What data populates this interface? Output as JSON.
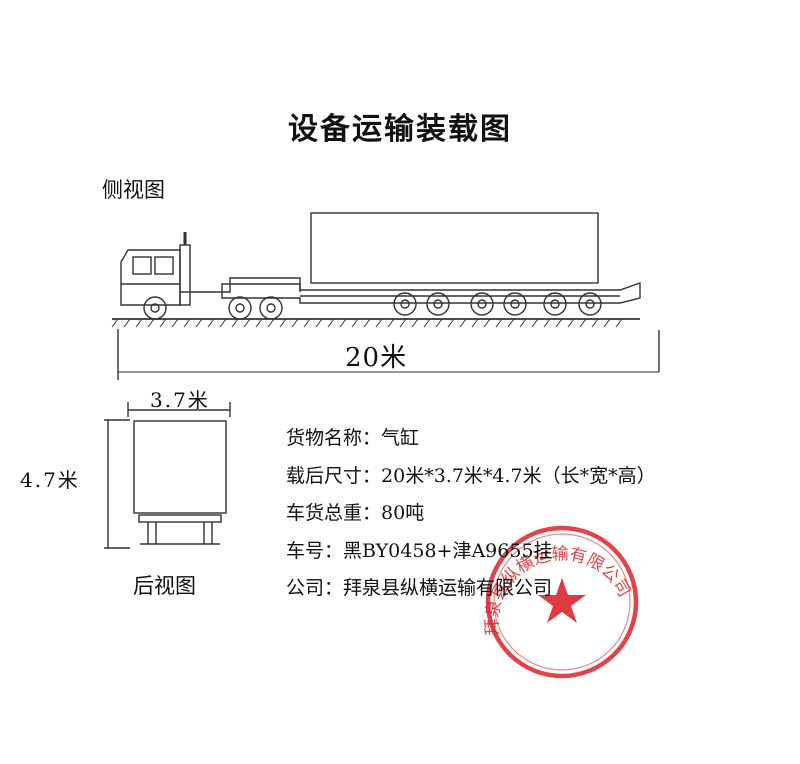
{
  "title": "设备运输装载图",
  "side_view_label": "侧视图",
  "rear_view_label": "后视图",
  "dimensions": {
    "length": "20米",
    "width": "3.7米",
    "height": "4.7米"
  },
  "info": [
    {
      "label": "货物名称：",
      "value": "气缸"
    },
    {
      "label": "载后尺寸：",
      "value": "20米*3.7米*4.7米（长*宽*高）"
    },
    {
      "label": "车货总重：",
      "value": "80吨"
    },
    {
      "label": "车号：",
      "value": "黑BY0458+津A9655挂"
    },
    {
      "label": "公司：",
      "value": "拜泉县纵横运输有限公司"
    }
  ],
  "stamp": {
    "text": "拜泉县纵横运输有限公司",
    "color": "#d9262b"
  }
}
